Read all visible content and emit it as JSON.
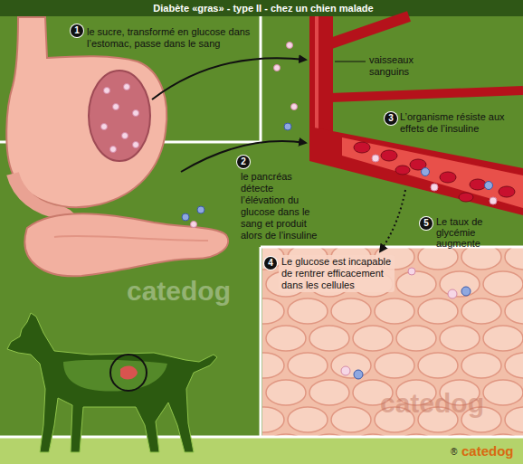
{
  "diagram": {
    "title": "Diabète «gras» - type II - chez un chien malade",
    "labels": [
      "1",
      "le sucre, transformé en glucose dans l’estomac, passe dans le sang",
      "vaisseaux sanguins",
      "3",
      "L’organisme résiste aux effets de l’insuline",
      "2",
      "le pancréas détecte l’élévation du glucose dans le sang et produit alors de l’insuline",
      "5",
      "Le taux de glycémie augmente",
      "4",
      "Le glucose est incapable de rentrer efficacement dans les cellules",
      "®",
      "catedog",
      "catedog",
      "catedog"
    ]
  }
}
